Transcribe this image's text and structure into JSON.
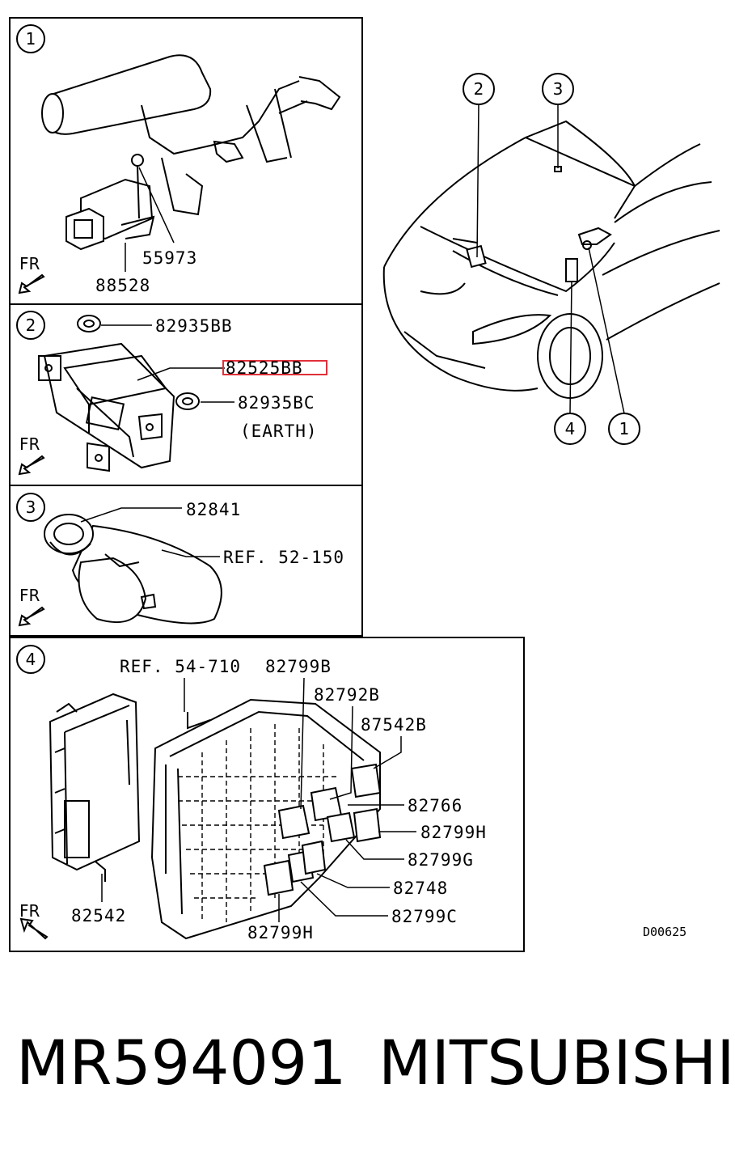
{
  "panels": {
    "p1": {
      "index": "1",
      "fr": "FR",
      "parts": [
        "55973",
        "88528"
      ]
    },
    "p2": {
      "index": "2",
      "fr": "FR",
      "parts": [
        "82935BB",
        "82525BB",
        "82935BC"
      ],
      "note": "(EARTH)",
      "highlight_color": "#e0303a"
    },
    "p3": {
      "index": "3",
      "fr": "FR",
      "parts": [
        "82841"
      ],
      "ref": "REF. 52-150"
    },
    "p4": {
      "index": "4",
      "fr": "FR",
      "ref": "REF. 54-710",
      "parts": [
        "82799B",
        "82792B",
        "87542B",
        "82766",
        "82799H",
        "82799G",
        "82748",
        "82799C",
        "82799H",
        "82542"
      ]
    }
  },
  "overview": {
    "callouts": [
      "2",
      "3",
      "4",
      "1"
    ]
  },
  "figure_code": "D00625",
  "footer": {
    "part_number": "MR594091",
    "brand": "MITSUBISHI"
  }
}
